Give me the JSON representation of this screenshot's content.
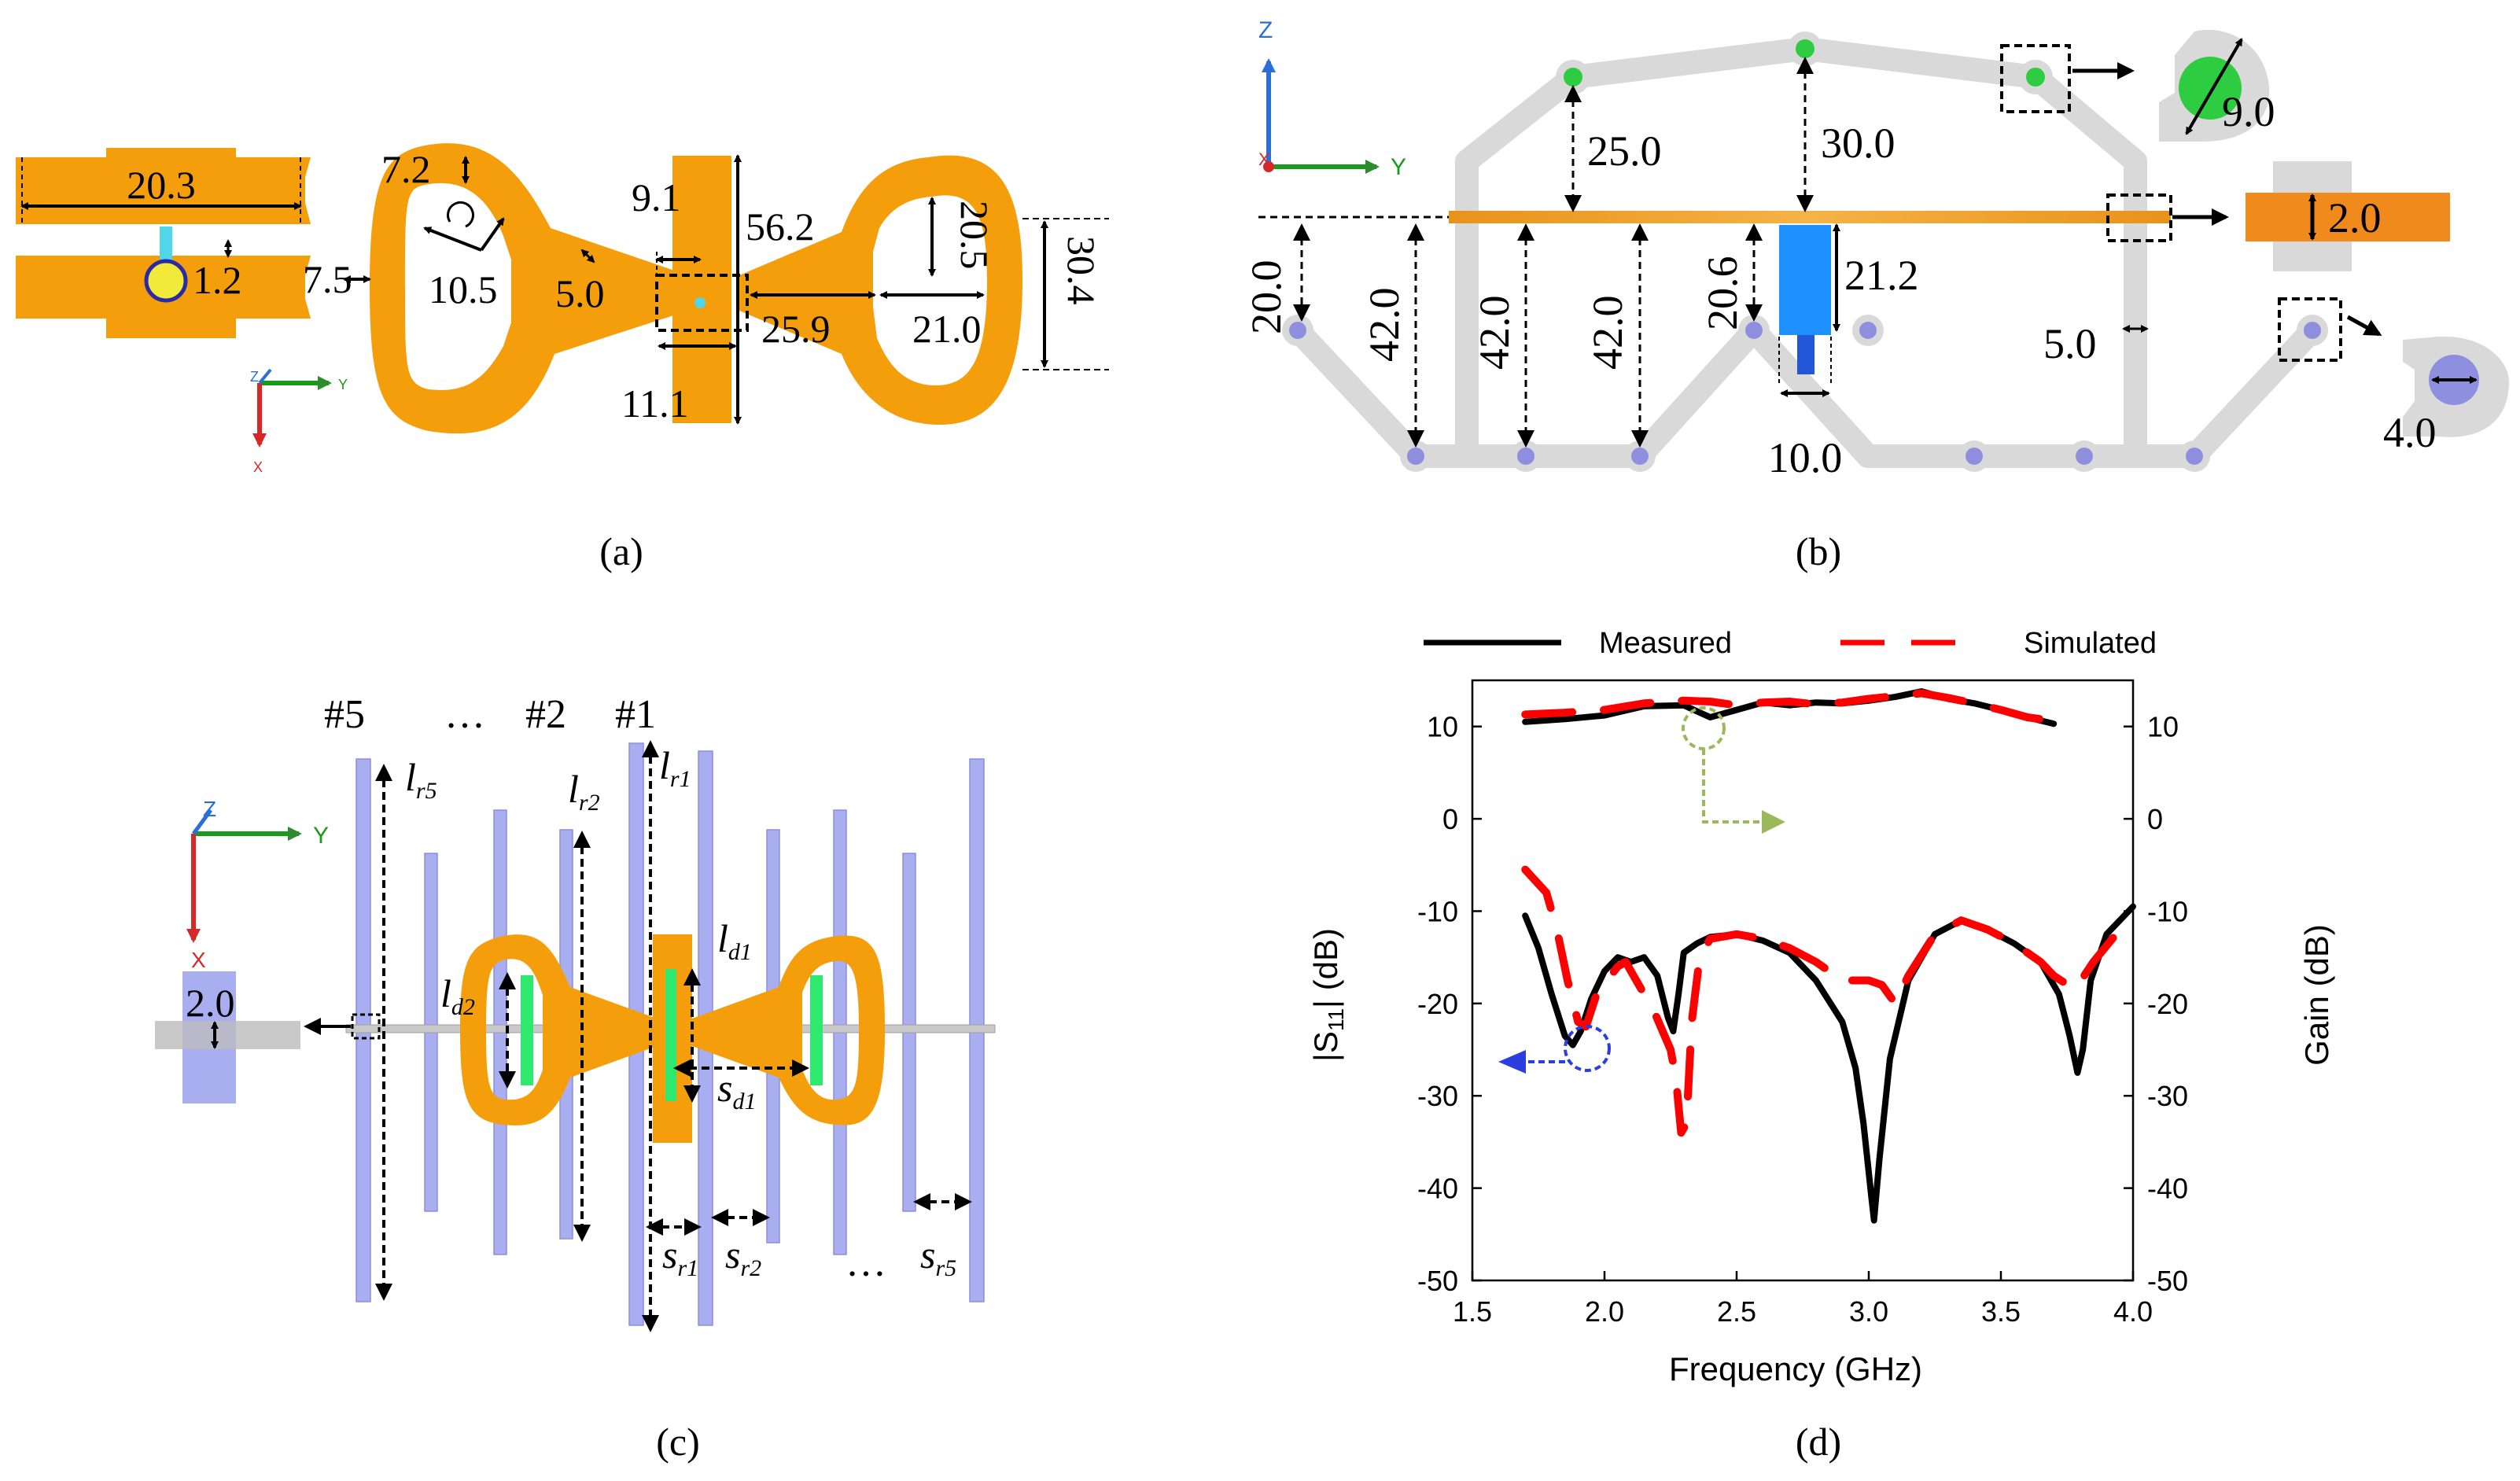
{
  "panels": {
    "a": {
      "caption": "(a)",
      "dims": {
        "d20_3": "20.3",
        "d1_2": "1.2",
        "d7_2": "7.2",
        "d9_1": "9.1",
        "d56_2": "56.2",
        "d20_5": "20.5",
        "d7_5": "7.5",
        "d10_5": "10.5",
        "d5_0": "5.0",
        "d30_4": "30.4",
        "d25_9": "25.9",
        "d21_0": "21.0",
        "d11_1": "11.1"
      },
      "axes": {
        "z": "Z",
        "y": "Y",
        "x": "X"
      }
    },
    "b": {
      "caption": "(b)",
      "dims": {
        "d25_0": "25.0",
        "d30_0": "30.0",
        "d9_0": "9.0",
        "d2_0": "2.0",
        "d20_0": "20.0",
        "d42_a": "42.0",
        "d42_b": "42.0",
        "d42_c": "42.0",
        "d20_6": "20.6",
        "d21_2": "21.2",
        "d5_0": "5.0",
        "d10_0": "10.0",
        "d4_0": "4.0"
      },
      "axes": {
        "z": "Z",
        "y": "Y",
        "x": "X"
      }
    },
    "c": {
      "caption": "(c)",
      "labels": {
        "n5": "#5",
        "dots_top": "…",
        "n2": "#2",
        "n1": "#1",
        "lr5_main": "l",
        "lr5_sub": "r5",
        "lr2_main": "l",
        "lr2_sub": "r2",
        "lr1_main": "l",
        "lr1_sub": "r1",
        "ld1_main": "l",
        "ld1_sub": "d1",
        "ld2_main": "l",
        "ld2_sub": "d2",
        "sd1_main": "s",
        "sd1_sub": "d1",
        "sr1_main": "s",
        "sr1_sub": "r1",
        "sr2_main": "s",
        "sr2_sub": "r2",
        "dots_bot": "…",
        "sr5_main": "s",
        "sr5_sub": "r5",
        "d2_0": "2.0"
      },
      "axes": {
        "z": "Z",
        "y": "Y",
        "x": "X"
      }
    },
    "d": {
      "caption": "(d)"
    }
  },
  "chart_data": {
    "type": "line",
    "xlabel": "Frequency (GHz)",
    "ylabel_left_main": "|S",
    "ylabel_left_sub": "11",
    "ylabel_left_end": "| (dB)",
    "ylabel_right": "Gain (dB)",
    "xlim": [
      1.5,
      4.0
    ],
    "ylim": [
      -50,
      15
    ],
    "x_ticks": [
      "1.5",
      "2.0",
      "2.5",
      "3.0",
      "3.5",
      "4.0"
    ],
    "y_ticks": [
      "10",
      "0",
      "-10",
      "-20",
      "-30",
      "-40",
      "-50"
    ],
    "legend": [
      "Measured",
      "Simulated"
    ],
    "series": [
      {
        "name": "Measured",
        "group": "S11",
        "color": "#000000",
        "x": [
          1.7,
          1.75,
          1.8,
          1.85,
          1.88,
          1.91,
          1.95,
          2.0,
          2.05,
          2.1,
          2.15,
          2.2,
          2.24,
          2.26,
          2.28,
          2.3,
          2.35,
          2.4,
          2.5,
          2.6,
          2.7,
          2.8,
          2.9,
          2.95,
          2.98,
          3.01,
          3.02,
          3.04,
          3.08,
          3.15,
          3.25,
          3.35,
          3.45,
          3.55,
          3.65,
          3.72,
          3.76,
          3.79,
          3.81,
          3.84,
          3.9,
          4.0
        ],
        "y": [
          -10.5,
          -14,
          -19,
          -23.5,
          -24.5,
          -23,
          -19.5,
          -16.5,
          -15,
          -15.5,
          -15,
          -17,
          -21.5,
          -23,
          -19,
          -14.5,
          -13.5,
          -12.8,
          -12.5,
          -13.2,
          -14.5,
          -17.5,
          -22,
          -27,
          -33,
          -41,
          -43.5,
          -37,
          -26,
          -17.5,
          -12.5,
          -11,
          -12,
          -13.5,
          -15.5,
          -19,
          -23.5,
          -27.5,
          -25,
          -17.5,
          -12.5,
          -9.5
        ]
      },
      {
        "name": "Simulated",
        "group": "S11",
        "color": "#ff0000",
        "x": [
          1.7,
          1.78,
          1.82,
          1.86,
          1.9,
          1.93,
          1.97,
          2.01,
          2.05,
          2.08,
          2.11,
          2.15,
          2.19,
          2.22,
          2.25,
          2.27,
          2.29,
          2.31,
          2.33,
          2.36,
          2.4,
          2.5,
          2.6,
          2.7,
          2.8,
          2.9,
          3.0,
          3.05,
          3.1,
          3.15,
          3.25,
          3.35,
          3.45,
          3.55,
          3.65,
          3.7,
          3.78,
          3.85,
          3.95
        ],
        "y": [
          -5.5,
          -8,
          -12,
          -17.5,
          -22,
          -22.5,
          -19,
          -17.5,
          -16,
          -15.5,
          -17,
          -19,
          -21,
          -23,
          -25,
          -28,
          -34,
          -33,
          -22,
          -15,
          -13,
          -12.5,
          -13,
          -14,
          -15.5,
          -17.5,
          -17.5,
          -18,
          -20,
          -17,
          -12.5,
          -11,
          -12,
          -13.5,
          -15.5,
          -17,
          -18.5,
          -15.5,
          -12
        ]
      },
      {
        "name": "Measured",
        "group": "Gain",
        "color": "#000000",
        "x": [
          1.7,
          1.85,
          2.0,
          2.15,
          2.3,
          2.4,
          2.5,
          2.6,
          2.7,
          2.8,
          2.9,
          3.0,
          3.1,
          3.2,
          3.3,
          3.4,
          3.5,
          3.6,
          3.7
        ],
        "y": [
          10.5,
          10.8,
          11.2,
          12.2,
          12.3,
          11.0,
          11.8,
          12.6,
          12.3,
          12.6,
          12.5,
          12.8,
          13.2,
          13.8,
          13.0,
          12.5,
          11.8,
          11.0,
          10.3
        ]
      },
      {
        "name": "Simulated",
        "group": "Gain",
        "color": "#ff0000",
        "x": [
          1.7,
          1.85,
          2.0,
          2.15,
          2.3,
          2.4,
          2.5,
          2.6,
          2.7,
          2.8,
          2.9,
          3.0,
          3.1,
          3.2,
          3.3,
          3.4,
          3.5,
          3.6,
          3.7
        ],
        "y": [
          11.3,
          11.5,
          11.8,
          12.5,
          12.8,
          12.7,
          12.3,
          12.6,
          12.7,
          12.4,
          12.6,
          13.0,
          13.3,
          13.6,
          13.1,
          12.5,
          11.8,
          11.0,
          10.6
        ]
      }
    ]
  }
}
